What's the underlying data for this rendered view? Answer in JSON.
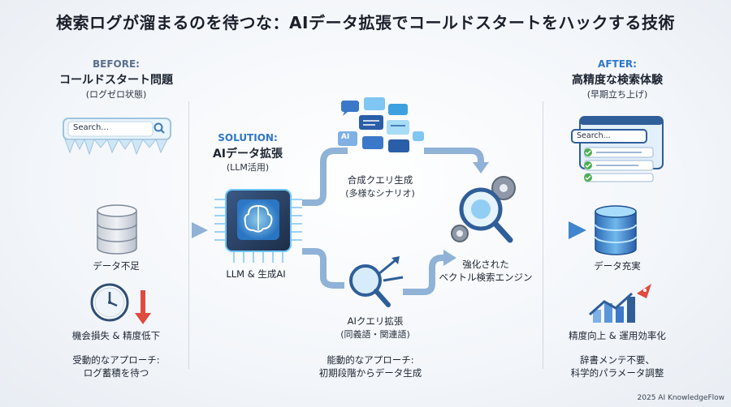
{
  "title": "検索ログが溜まるのを待つな：AIデータ拡張でコールドスタートをハックする技術",
  "before": {
    "tag": "BEFORE:",
    "heading": "コールドスタート問題",
    "sub": "(ログゼロ状態)",
    "search_placeholder": "Search...",
    "data_label": "データ不足",
    "loss_label": "機会損失 & 精度低下",
    "approach_line1": "受動的なアプローチ:",
    "approach_line2": "ログ蓄積を待つ"
  },
  "solution": {
    "tag": "SOLUTION:",
    "heading": "AIデータ拡張",
    "sub": "(LLM活用)",
    "chip_label": "LLM & 生成AI",
    "synthetic_line1": "合成クエリ生成",
    "synthetic_line2": "(多様なシナリオ)",
    "expand_line1": "AIクエリ拡張",
    "expand_line2": "(同義語・関連語)",
    "bubble_text": "AI",
    "engine_line1": "強化された",
    "engine_line2": "ベクトル検索エンジン",
    "approach_line1": "能動的なアプローチ:",
    "approach_line2": "初期段階からデータ生成"
  },
  "after": {
    "tag": "AFTER:",
    "heading": "高精度な検索体験",
    "sub": "(早期立ち上げ)",
    "search_placeholder": "Search...",
    "data_label": "データ充実",
    "growth_label": "精度向上 & 運用効率化",
    "approach_line1": "辞書メンテ不要、",
    "approach_line2": "科学的パラメータ調整"
  },
  "copyright": "2025 AI KnowledgeFlow"
}
